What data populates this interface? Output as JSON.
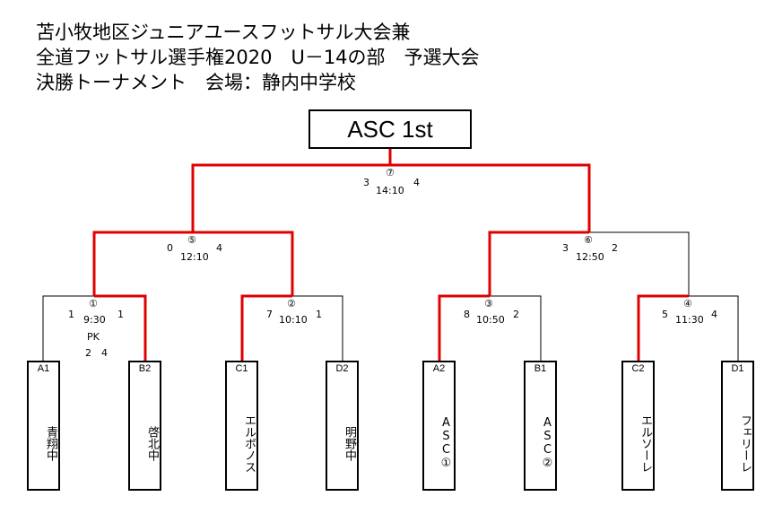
{
  "title_lines": [
    "苫小牧地区ジュニアユースフットサル大会兼",
    "全道フットサル選手権2020　U－14の部　予選大会",
    "決勝トーナメント　会場：静内中学校"
  ],
  "champion": "ASC 1st",
  "teams": [
    {
      "code": "A1",
      "name": "青翔中"
    },
    {
      "code": "B2",
      "name": "啓北中"
    },
    {
      "code": "C1",
      "name": "エルボノス"
    },
    {
      "code": "D2",
      "name": "明野中"
    },
    {
      "code": "A2",
      "name": "ASC①"
    },
    {
      "code": "B1",
      "name": "ASC②"
    },
    {
      "code": "C2",
      "name": "エルソーレ"
    },
    {
      "code": "D1",
      "name": "フェリーレ"
    }
  ],
  "matches": [
    {
      "no": "①",
      "time": "9:30",
      "left": "1",
      "right": "1",
      "pk_label": "PK",
      "pk_left": "2",
      "pk_right": "4"
    },
    {
      "no": "②",
      "time": "10:10",
      "left": "7",
      "right": "1"
    },
    {
      "no": "③",
      "time": "10:50",
      "left": "8",
      "right": "2"
    },
    {
      "no": "④",
      "time": "11:30",
      "left": "5",
      "right": "4"
    },
    {
      "no": "⑤",
      "time": "12:10",
      "left": "0",
      "right": "4"
    },
    {
      "no": "⑥",
      "time": "12:50",
      "left": "3",
      "right": "2"
    },
    {
      "no": "⑦",
      "time": "14:10",
      "left": "3",
      "right": "4"
    }
  ],
  "colors": {
    "winner_line": "#e00000",
    "line": "#000000"
  }
}
